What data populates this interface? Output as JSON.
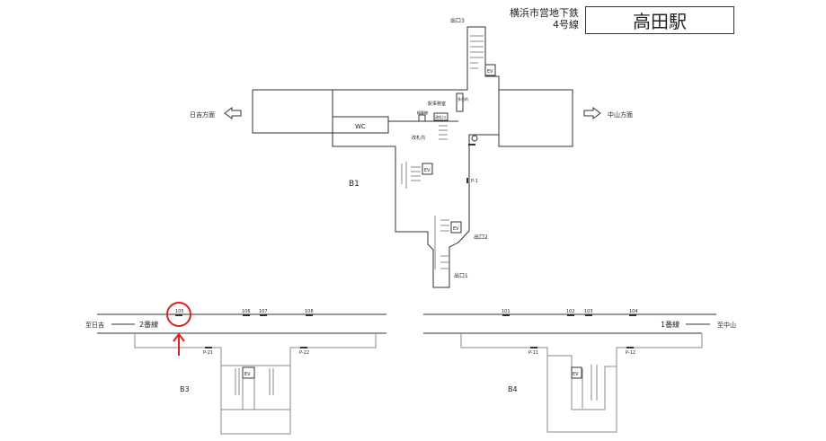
{
  "header": {
    "station_name": "高田駅",
    "operator": "横浜市営地下鉄",
    "line": "4号線"
  },
  "b1": {
    "floor": "B1",
    "direction_left": "日吉方面",
    "direction_right": "中山方面",
    "labels": {
      "wc": "WC",
      "office": "駅事務室",
      "multi": "多目的",
      "fare": "精算機",
      "gate": "改札口",
      "inside": "改札内",
      "ev": "EV",
      "p1": "P-1",
      "info_mark": "i"
    },
    "exits": [
      "出口1",
      "出口2",
      "出口3"
    ]
  },
  "b3": {
    "floor": "B3",
    "track": "2番線",
    "to": "至日吉",
    "cars": [
      "105",
      "106",
      "107",
      "108"
    ],
    "pillars": [
      "P-21",
      "P-22"
    ],
    "ev": "EV",
    "highlight_color": "#e0201b"
  },
  "b4": {
    "floor": "B4",
    "track": "1番線",
    "to": "至中山",
    "cars": [
      "101",
      "102",
      "103",
      "104"
    ],
    "pillars": [
      "P-11",
      "P-12"
    ],
    "ev": "EV"
  }
}
